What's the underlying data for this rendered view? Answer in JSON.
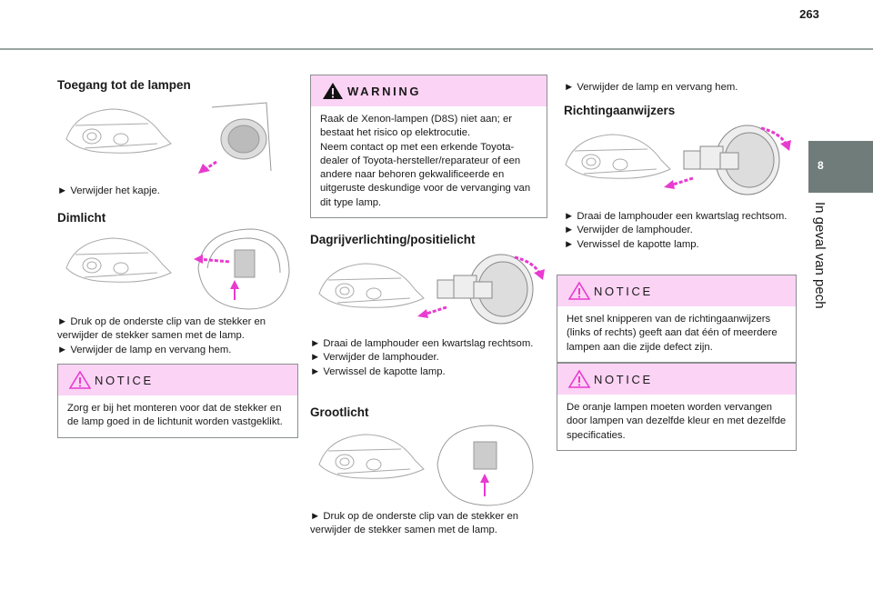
{
  "header": {
    "page_number": "263"
  },
  "side_tab": {
    "chapter_number": "8",
    "chapter_title": "In geval van pech"
  },
  "column1": {
    "section1": {
      "title": "Toegang tot de lampen",
      "steps": [
        "► Verwijder het kapje."
      ]
    },
    "section2": {
      "title": "Dimlicht",
      "steps": [
        "► Druk op de onderste clip van de stekker en verwijder de stekker samen met de lamp.",
        "► Verwijder de lamp en vervang hem."
      ]
    },
    "notice": {
      "label": "NOTICE",
      "text": "Zorg er bij het monteren voor dat de stekker en de lamp goed in de lichtunit worden vastgeklikt."
    }
  },
  "column2": {
    "warning": {
      "label": "WARNING",
      "lines": [
        "Raak de Xenon-lampen (D8S) niet aan; er bestaat het risico op elektrocutie.",
        "Neem contact op met een erkende Toyota-dealer of Toyota-hersteller/reparateur of een andere naar behoren gekwalificeerde en uitgeruste deskundige voor de vervanging van dit type lamp."
      ]
    },
    "section1": {
      "title": "Dagrijverlichting/positielicht",
      "steps": [
        "► Draai de lamphouder een kwartslag rechtsom.",
        "► Verwijder de lamphouder.",
        "► Verwissel de kapotte lamp."
      ]
    },
    "section2": {
      "title": "Grootlicht",
      "steps": [
        "► Druk op de onderste clip van de stekker en verwijder de stekker samen met de lamp."
      ]
    }
  },
  "column3": {
    "intro": {
      "steps": [
        "► Verwijder de lamp en vervang hem."
      ]
    },
    "section1": {
      "title": "Richtingaanwijzers",
      "steps": [
        "► Draai de lamphouder een kwartslag rechtsom.",
        "► Verwijder de lamphouder.",
        "► Verwissel de kapotte lamp."
      ]
    },
    "notice1": {
      "label": "NOTICE",
      "text": "Het snel knipperen van de richtingaanwijzers (links of rechts) geeft aan dat één of meerdere lampen aan die zijde defect zijn."
    },
    "notice2": {
      "label": "NOTICE",
      "text": "De oranje lampen moeten worden vervangen door lampen van dezelfde kleur en met dezelfde specificaties."
    }
  },
  "colors": {
    "accent": "#e83ad0",
    "box_header": "#fbd3f4",
    "tab": "#6f7c7a"
  }
}
